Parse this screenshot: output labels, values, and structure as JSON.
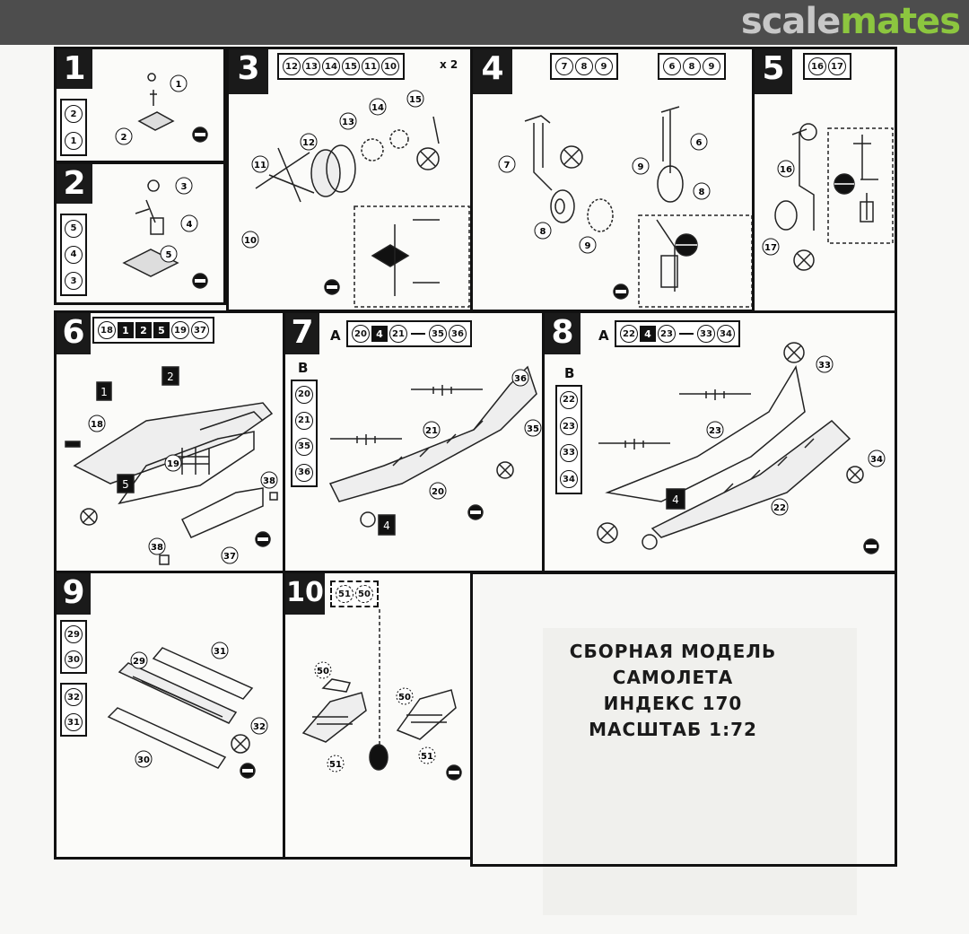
{
  "header": {
    "logo_part1": "scale",
    "logo_part2": "mates"
  },
  "steps": [
    {
      "number": "1",
      "parts": [
        "2",
        "1"
      ]
    },
    {
      "number": "2",
      "parts": [
        "5",
        "4",
        "3"
      ]
    },
    {
      "number": "3",
      "parts": [
        "12",
        "13",
        "14",
        "15",
        "11",
        "10"
      ],
      "multiplier": "x 2"
    },
    {
      "number": "4",
      "parts_a": [
        "7",
        "8",
        "9"
      ],
      "parts_b": [
        "6",
        "8",
        "9"
      ]
    },
    {
      "number": "5",
      "parts": [
        "16",
        "17"
      ]
    },
    {
      "number": "6",
      "parts": [
        "18",
        "1",
        "2",
        "5",
        "19",
        "37"
      ]
    },
    {
      "number": "7",
      "label_a": "A",
      "parts_a": [
        "20",
        "4",
        "21"
      ],
      "parts_a2": [
        "35",
        "36"
      ],
      "label_b": "B",
      "parts_b": [
        "20",
        "21"
      ],
      "parts_b2": [
        "35",
        "36"
      ]
    },
    {
      "number": "8",
      "label_a": "A",
      "parts_a": [
        "22",
        "4",
        "23"
      ],
      "parts_a2": [
        "33",
        "34"
      ],
      "label_b": "B",
      "parts_b": [
        "22",
        "23"
      ],
      "parts_b2": [
        "33",
        "34"
      ]
    },
    {
      "number": "9",
      "parts": [
        "29",
        "30"
      ],
      "parts2": [
        "32",
        "31"
      ]
    },
    {
      "number": "10",
      "parts": [
        "51",
        "50"
      ]
    }
  ],
  "diagram_labels": {
    "s1": [
      "1",
      "2"
    ],
    "s2": [
      "3",
      "4",
      "5"
    ],
    "s3": [
      "15",
      "14",
      "13",
      "12",
      "11",
      "10"
    ],
    "s4": [
      "7",
      "8",
      "9",
      "6",
      "9",
      "8"
    ],
    "s5": [
      "16",
      "17"
    ],
    "s6": [
      "1",
      "2",
      "18",
      "19",
      "5",
      "38",
      "38",
      "37"
    ],
    "s7": [
      "36",
      "35",
      "21",
      "20",
      "4"
    ],
    "s8": [
      "33",
      "23",
      "34",
      "22",
      "4"
    ],
    "s9": [
      "29",
      "31",
      "32",
      "30"
    ],
    "s10": [
      "50",
      "50",
      "51",
      "51"
    ]
  },
  "title": {
    "line1": "СБОРНАЯ МОДЕЛЬ",
    "line2": "САМОЛЕТА",
    "line3": "ИНДЕКС 170",
    "line4": "МАСШТАБ 1:72"
  }
}
